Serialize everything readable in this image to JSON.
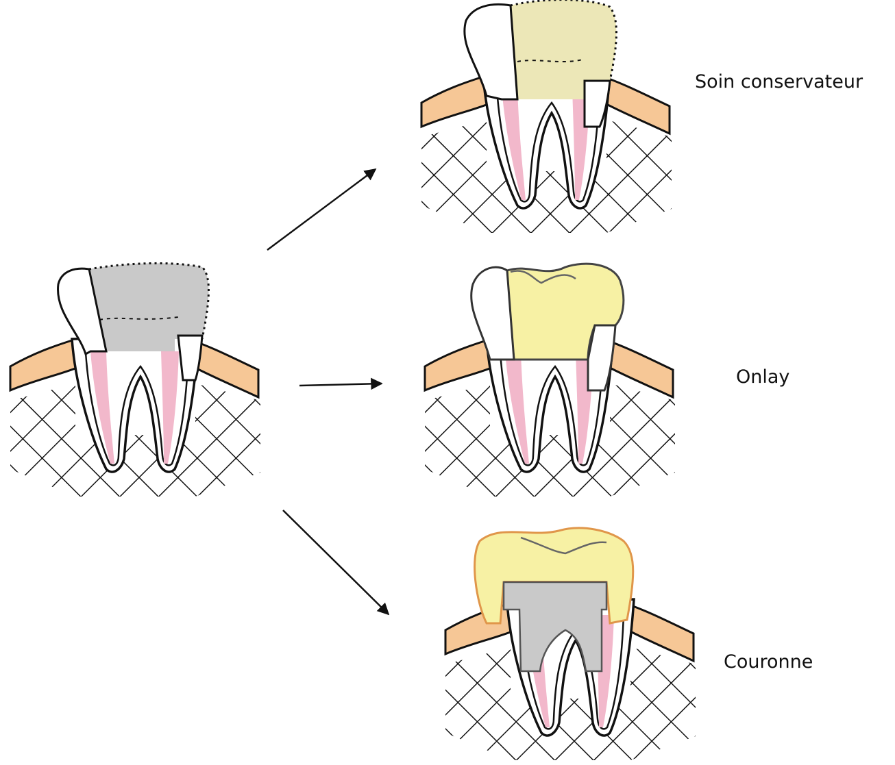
{
  "options": [
    {
      "id": "soin",
      "label": "Soin conservateur"
    },
    {
      "id": "onlay",
      "label": "Onlay"
    },
    {
      "id": "couronne",
      "label": "Couronne"
    }
  ],
  "colors": {
    "gum": "#f6c796",
    "pulp": "#f2b8cb",
    "decay": "#c9c9c9",
    "temporary_filling": "#ece7b7",
    "onlay": "#f7f1a4",
    "crown": "#f7f1a4",
    "crown_border": "#e0964a",
    "core_post": "#c9c9c9",
    "outline": "#111111"
  }
}
